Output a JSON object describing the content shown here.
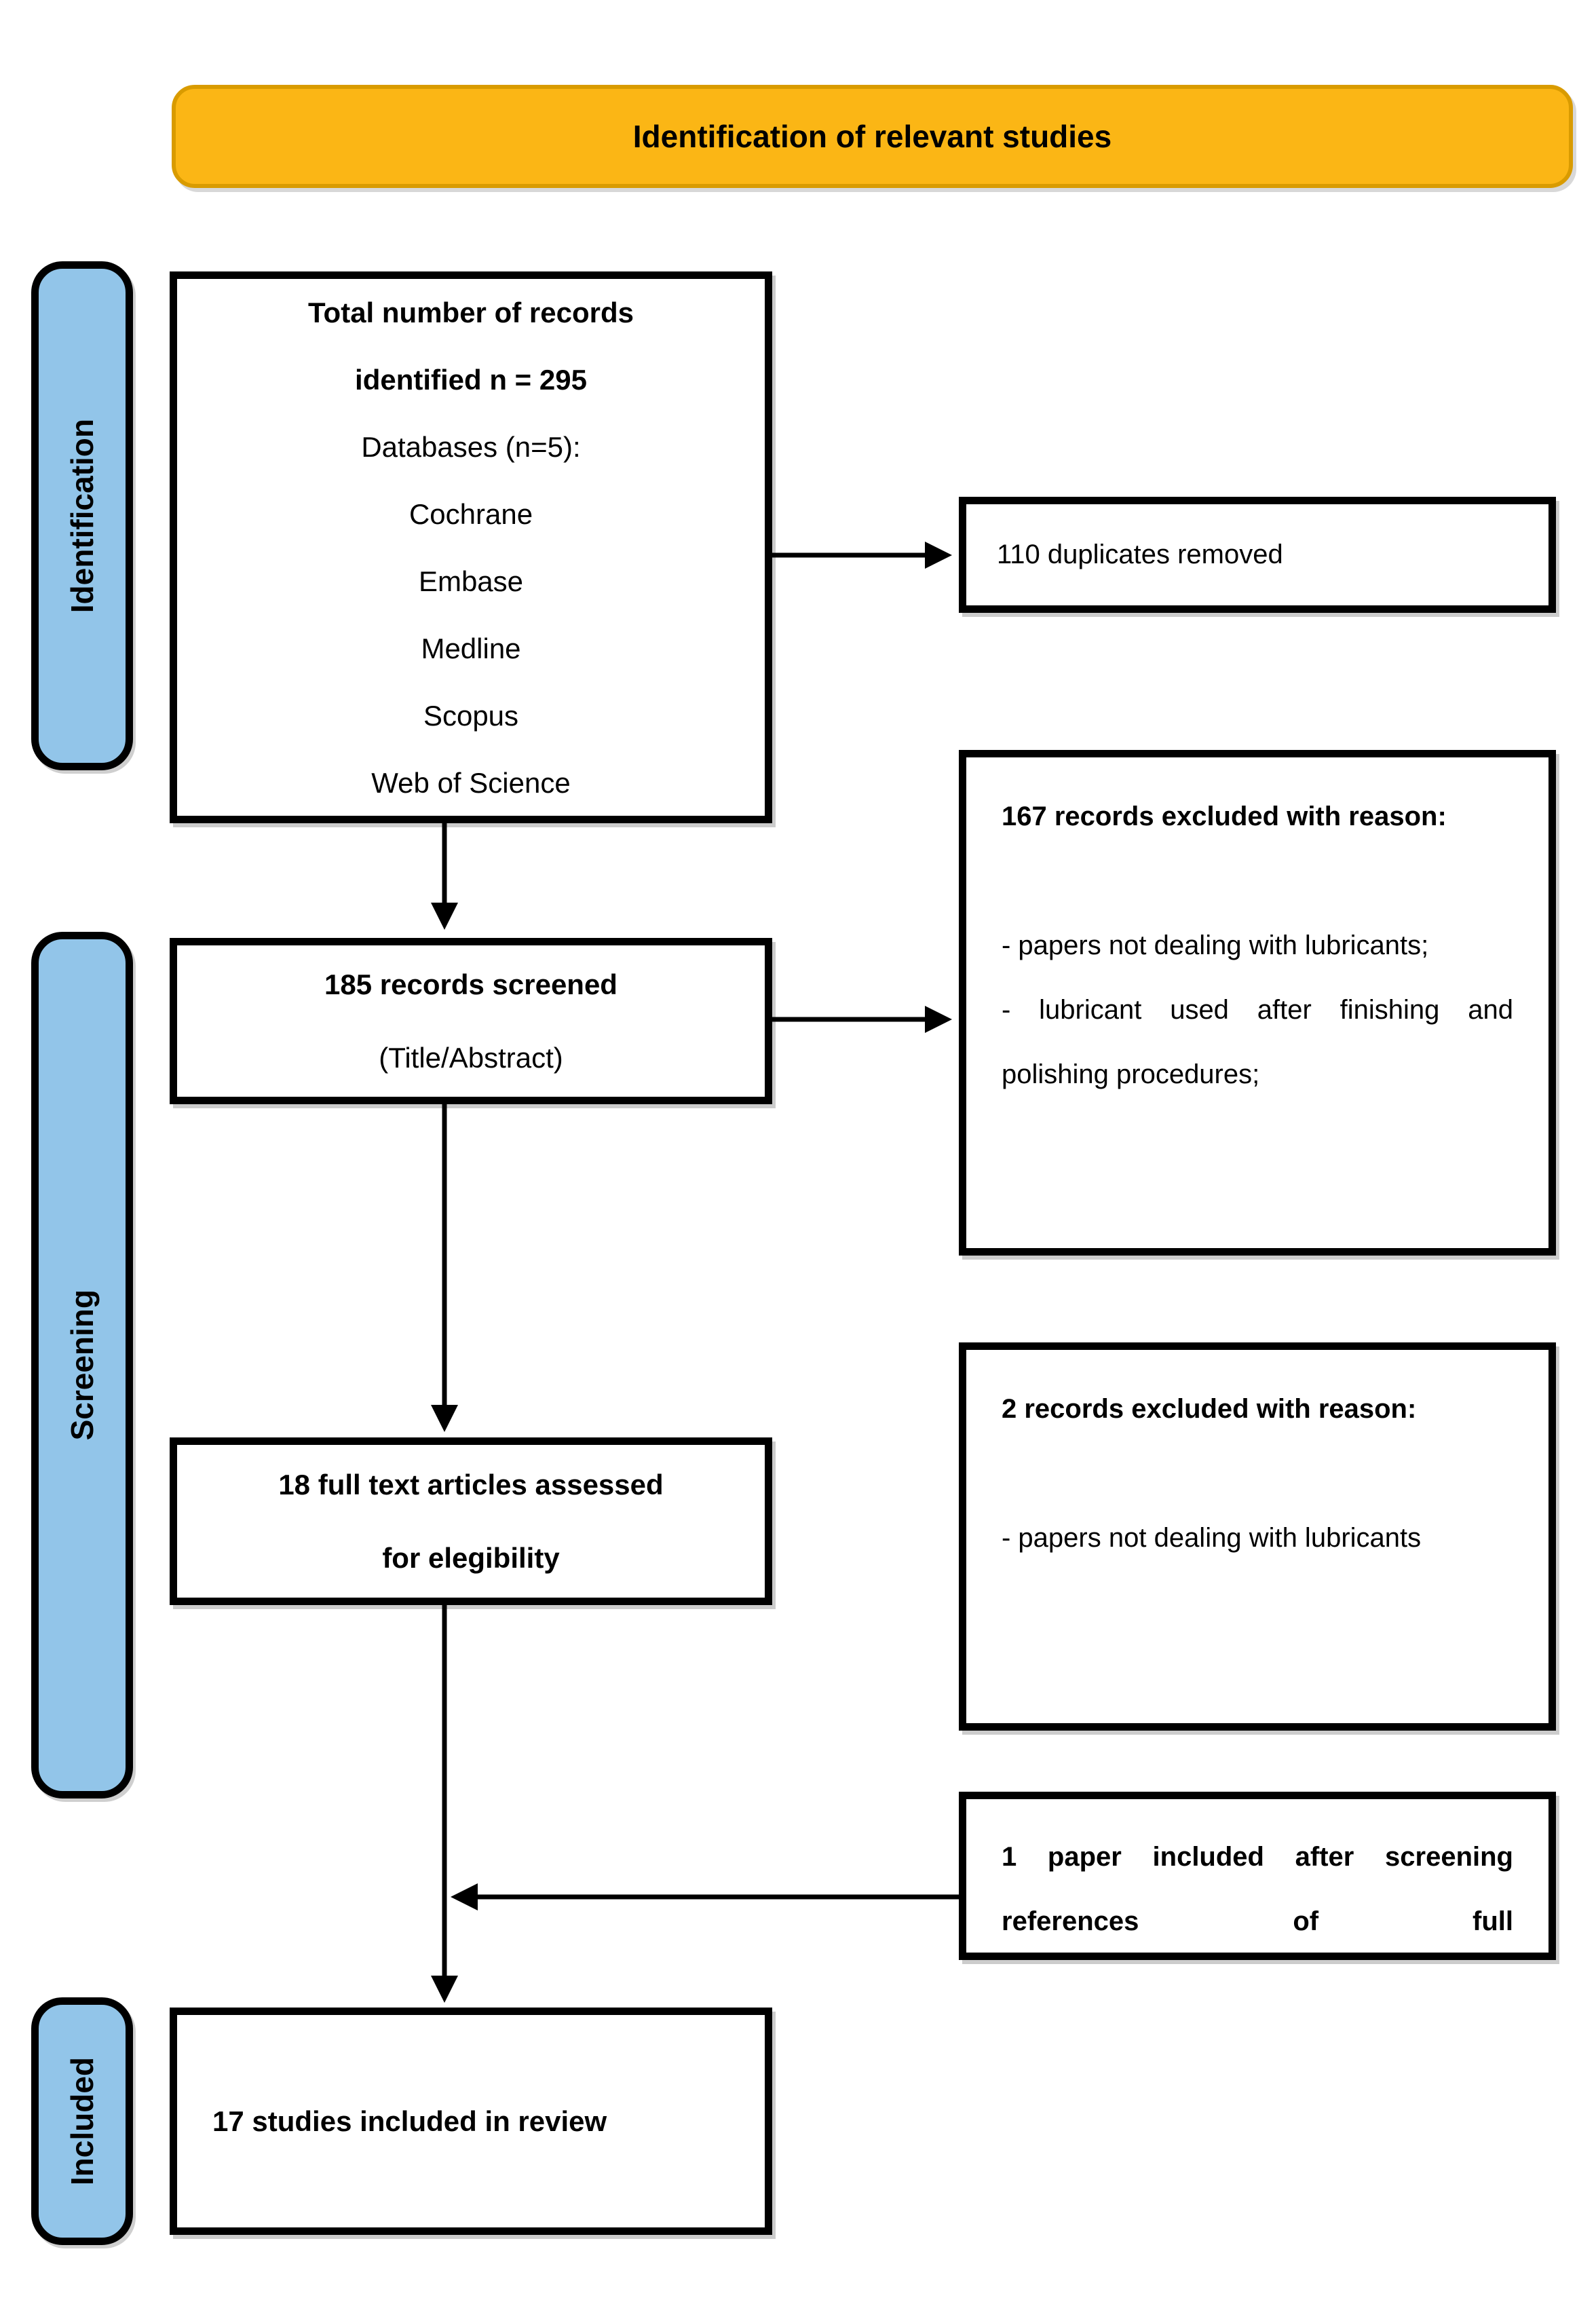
{
  "banner": {
    "title": "Identification of relevant studies"
  },
  "colors": {
    "banner_fill": "#FBB615",
    "banner_border": "#D99B00",
    "stage_fill": "#92C5E9",
    "box_border": "#000000"
  },
  "stages": {
    "identification": "Identification",
    "screening": "Screening",
    "included": "Included"
  },
  "flow": {
    "identified": {
      "title_line1": "Total number of records",
      "title_line2": "identified n = 295",
      "subtitle": "Databases (n=5):",
      "databases": [
        "Cochrane",
        "Embase",
        "Medline",
        "Scopus",
        "Web of Science"
      ]
    },
    "screened": {
      "line1": "185 records screened",
      "line2": "(Title/Abstract)"
    },
    "fulltext": {
      "line1": "18 full text articles assessed",
      "line2": "for elegibility"
    },
    "included": {
      "text": "17 studies included in review"
    }
  },
  "side": {
    "duplicates": {
      "text": "110 duplicates removed"
    },
    "excluded_screening": {
      "heading": "167 records excluded with reason:",
      "reasons": [
        "- papers not dealing with lubricants;",
        "- lubricant used after finishing and polishing procedures;"
      ]
    },
    "excluded_fulltext": {
      "heading": "2 records excluded with reason:",
      "reasons": [
        "- papers not dealing with lubricants"
      ]
    },
    "added_references": {
      "text": "1 paper included after screening references of full"
    }
  }
}
